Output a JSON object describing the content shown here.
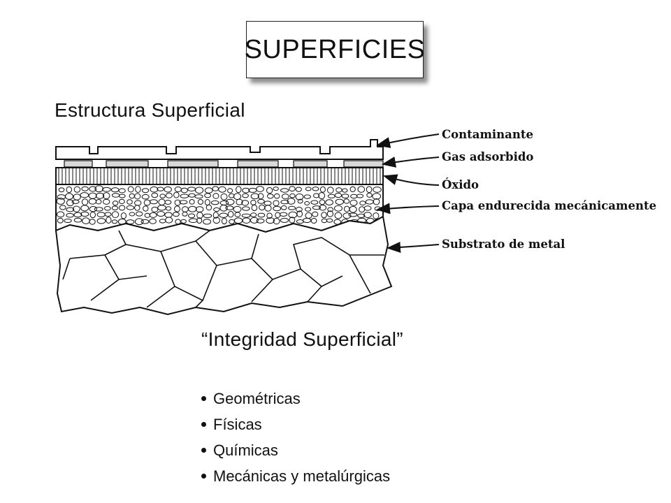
{
  "slide": {
    "title": "SUPERFICIES",
    "subtitle": "Estructura Superficial",
    "quote": "“Integridad Superficial”",
    "bullets": [
      "Geométricas",
      "Físicas",
      "Químicas",
      "Mecánicas y metalúrgicas"
    ]
  },
  "diagram": {
    "labels": [
      "Contaminante",
      "Gas adsorbido",
      "Óxido",
      "Capa endurecida mecánicamente",
      "Substrato de metal"
    ]
  }
}
